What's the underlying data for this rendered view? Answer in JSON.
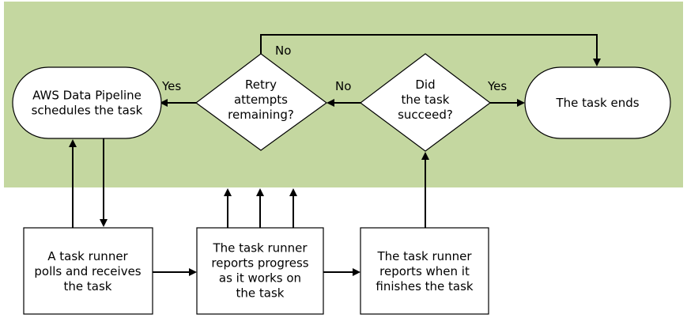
{
  "nodes": {
    "pipeline": {
      "lines": [
        "AWS Data Pipeline",
        "schedules the task"
      ]
    },
    "retry": {
      "lines": [
        "Retry",
        "attempts",
        "remaining?"
      ]
    },
    "succeed": {
      "lines": [
        "Did",
        "the task",
        "succeed?"
      ]
    },
    "ends": {
      "lines": [
        "The task ends"
      ]
    },
    "polls": {
      "lines": [
        "A task runner",
        "polls and receives",
        "the task"
      ]
    },
    "progress": {
      "lines": [
        "The task runner",
        "reports progress",
        "as it works on",
        "the task"
      ]
    },
    "finishes": {
      "lines": [
        "The task runner",
        "reports when it",
        "finishes the task"
      ]
    }
  },
  "edge_labels": {
    "retry_no": "No",
    "retry_yes": "Yes",
    "succeed_no": "No",
    "succeed_yes": "Yes"
  },
  "colors": {
    "band": "#c4d7a0",
    "shape_fill": "#ffffff",
    "stroke": "#000000"
  }
}
